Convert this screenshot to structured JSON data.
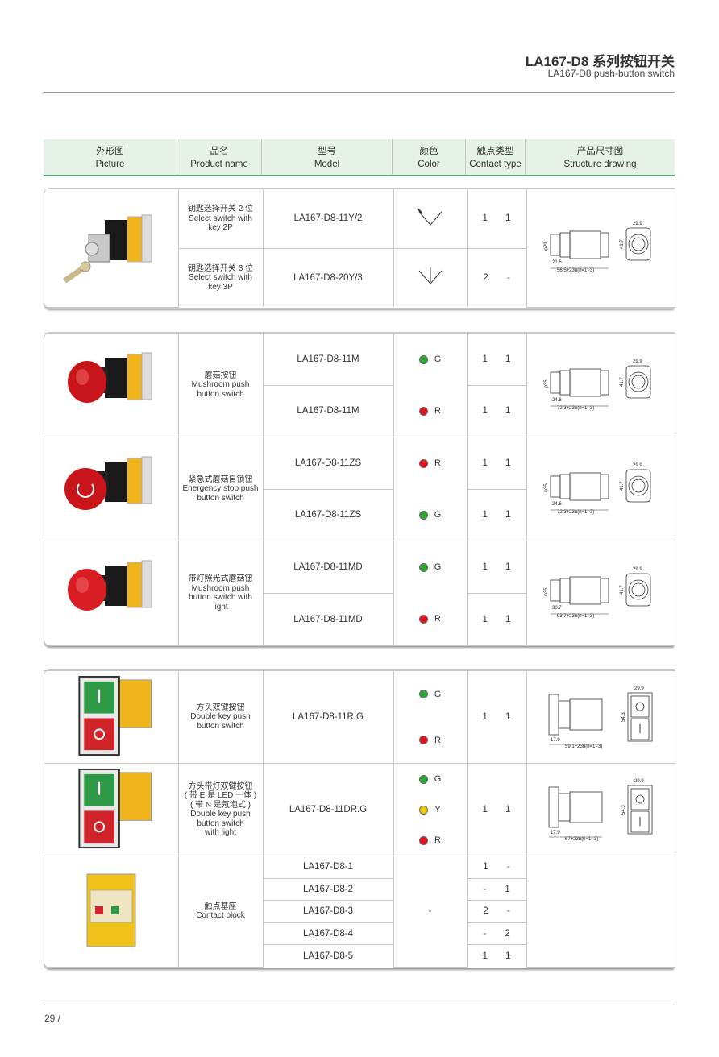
{
  "header": {
    "title": "LA167-D8 系列按钮开关",
    "subtitle": "LA167-D8 push-button switch"
  },
  "table_header": [
    {
      "zh": "外形图",
      "en": "Picture"
    },
    {
      "zh": "品名",
      "en": "Product name"
    },
    {
      "zh": "型号",
      "en": "Model"
    },
    {
      "zh": "颜色",
      "en": "Color"
    },
    {
      "zh": "触点类型",
      "en": "Contact type"
    },
    {
      "zh": "产品尺寸图",
      "en": "Structure drawing"
    }
  ],
  "colors": {
    "G": "#2ea836",
    "R": "#e0141c",
    "Y": "#f5c800",
    "accent": "#5aa57a",
    "header_bg": "#e6f1e8"
  },
  "blocks": [
    {
      "groups": [
        {
          "picture": "key-select-switch",
          "drawing": {
            "type": "round",
            "dia": "φ29",
            "front": "21.6",
            "length": "56.5+23n(n=1~3)",
            "height": "41.7",
            "width": "29.9"
          },
          "rows": [
            {
              "name": [
                "钥匙选择开关 2 位",
                "Select switch with",
                "key 2P"
              ],
              "model": "LA167-D8-11Y/2",
              "symbol": "two-position",
              "contact": [
                "1",
                "1"
              ]
            },
            {
              "name": [
                "钥匙选择开关 3 位",
                "Select switch with",
                "key 3P"
              ],
              "model": "LA167-D8-20Y/3",
              "symbol": "three-position",
              "contact": [
                "2",
                "-"
              ]
            }
          ]
        }
      ]
    },
    {
      "groups": [
        {
          "picture": "mushroom",
          "name": [
            "蘑菇按钮",
            "Mushroom push",
            "button switch"
          ],
          "colors": [
            "G",
            "R"
          ],
          "drawing": {
            "type": "round",
            "dia": "φ35",
            "front": "24.6",
            "length": "72.3+23n(n=1~3)",
            "height": "41.7",
            "width": "29.9"
          },
          "rows": [
            {
              "model": "LA167-D8-11M",
              "contact": [
                "1",
                "1"
              ]
            },
            {
              "model": "LA167-D8-11M",
              "contact": [
                "1",
                "1"
              ]
            }
          ]
        },
        {
          "picture": "emergency-stop",
          "name": [
            "紧急式蘑菇自锁钮",
            "Energency stop push",
            "button switch"
          ],
          "colors": [
            "R",
            "G"
          ],
          "drawing": {
            "type": "round",
            "dia": "φ35",
            "front": "24.6",
            "length": "72.3+23n(n=1~3)",
            "height": "41.7",
            "width": "29.9"
          },
          "rows": [
            {
              "model": "LA167-D8-11ZS",
              "contact": [
                "1",
                "1"
              ]
            },
            {
              "model": "LA167-D8-11ZS",
              "contact": [
                "1",
                "1"
              ]
            }
          ]
        },
        {
          "picture": "illuminated-mushroom",
          "name": [
            "带灯照光式蘑菇钮",
            "Mushroom push",
            "button switch with",
            "light"
          ],
          "colors": [
            "G",
            "R"
          ],
          "drawing": {
            "type": "round",
            "dia": "φ35",
            "front": "30.7",
            "length": "93.7+23n(n=1~3)",
            "height": "41.7",
            "width": "29.9"
          },
          "rows": [
            {
              "model": "LA167-D8-11MD",
              "contact": [
                "1",
                "1"
              ]
            },
            {
              "model": "LA167-D8-11MD",
              "contact": [
                "1",
                "1"
              ]
            }
          ]
        }
      ]
    },
    {
      "groups": [
        {
          "picture": "double-key",
          "name": [
            "方头双键按钮",
            "Double key push",
            "button switch"
          ],
          "colors": [
            "G",
            "R"
          ],
          "drawing": {
            "type": "square",
            "front": "17.9",
            "length": "59.1+23n(n=1~3)",
            "height": "54.3",
            "width": "29.9"
          },
          "rows": [
            {
              "model": "LA167-D8-11R.G",
              "contact": [
                "1",
                "1"
              ]
            }
          ]
        },
        {
          "picture": "double-key-light",
          "name": [
            "方头带灯双键按钮",
            "( 带 E 是 LED 一体 )",
            "( 带 N 是氖泡式 )",
            "Double key push",
            "button switch",
            "with light"
          ],
          "colors": [
            "G",
            "Y",
            "R"
          ],
          "drawing": {
            "type": "square",
            "front": "17.9",
            "length": "67+23n(n=1~3)",
            "height": "54.3",
            "width": "29.9"
          },
          "rows": [
            {
              "model": "LA167-D8-11DR.G",
              "contact": [
                "1",
                "1"
              ]
            }
          ]
        },
        {
          "picture": "contact-block",
          "name": [
            "触点基座",
            "Contact block"
          ],
          "color_text": "-",
          "rows": [
            {
              "model": "LA167-D8-1",
              "contact": [
                "1",
                "-"
              ]
            },
            {
              "model": "LA167-D8-2",
              "contact": [
                "-",
                "1"
              ]
            },
            {
              "model": "LA167-D8-3",
              "contact": [
                "2",
                "-"
              ]
            },
            {
              "model": "LA167-D8-4",
              "contact": [
                "-",
                "2"
              ]
            },
            {
              "model": "LA167-D8-5",
              "contact": [
                "1",
                "1"
              ]
            }
          ]
        }
      ]
    }
  ],
  "footer": {
    "page": "29 /"
  }
}
